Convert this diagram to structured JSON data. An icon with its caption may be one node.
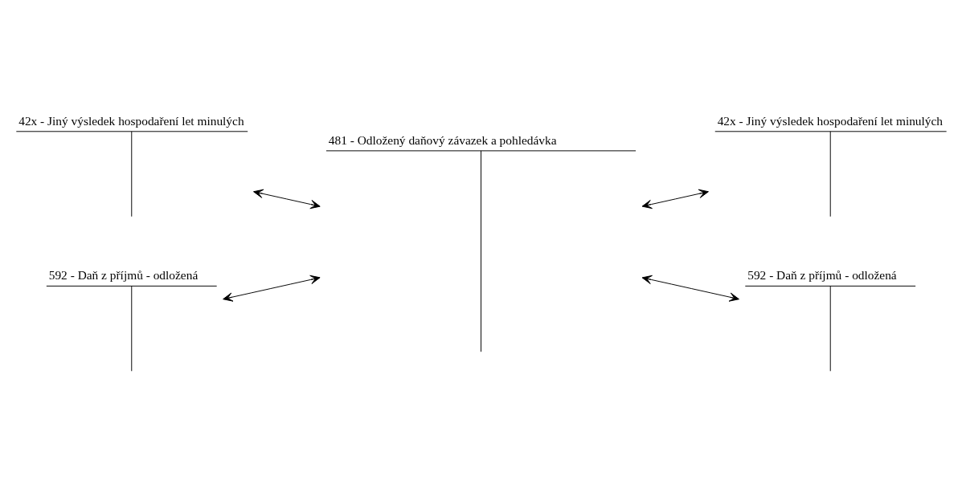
{
  "diagram": {
    "nodes": [
      {
        "text": [
          "42x - Jiný výsledek hospodaření let minulých"
        ]
      },
      {
        "text": [
          "481 - Odložený daňový závazek a pohledávka"
        ]
      },
      {
        "text": [
          "42x - Jiný výsledek hospodaření let minulých"
        ]
      },
      {
        "text": [
          "592 - Daň z příjmů - odložená"
        ]
      },
      {
        "text": [
          "592 - Daň z příjmů - odložená"
        ]
      }
    ],
    "edges": [
      {
        "from": 0,
        "to": 1,
        "arrow": "both"
      },
      {
        "from": 1,
        "to": 2,
        "arrow": "both"
      },
      {
        "from": 3,
        "to": 1,
        "arrow": "both"
      },
      {
        "from": 1,
        "to": 4,
        "arrow": "both"
      }
    ]
  }
}
